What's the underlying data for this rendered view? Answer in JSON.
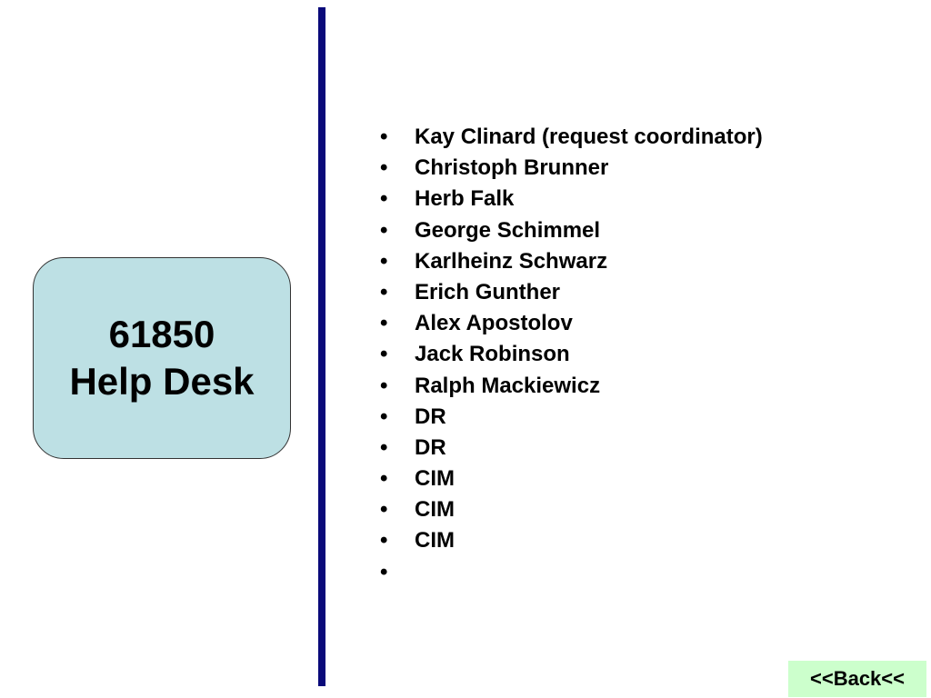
{
  "title_box": {
    "line1": "61850",
    "line2": "Help Desk"
  },
  "bullet_symbol": "•",
  "members": [
    "Kay Clinard (request coordinator)",
    "Christoph Brunner",
    "Herb Falk",
    "George Schimmel",
    "Karlheinz Schwarz",
    "Erich Gunther",
    "Alex Apostolov",
    "Jack Robinson",
    "Ralph Mackiewicz",
    "DR",
    "DR",
    "CIM",
    "CIM",
    "CIM",
    ""
  ],
  "back_button": {
    "label": "<<Back<<"
  },
  "colors": {
    "title_box_fill": "#bde0e4",
    "divider": "#0a0a7a",
    "back_button_fill": "#ccffcc"
  }
}
